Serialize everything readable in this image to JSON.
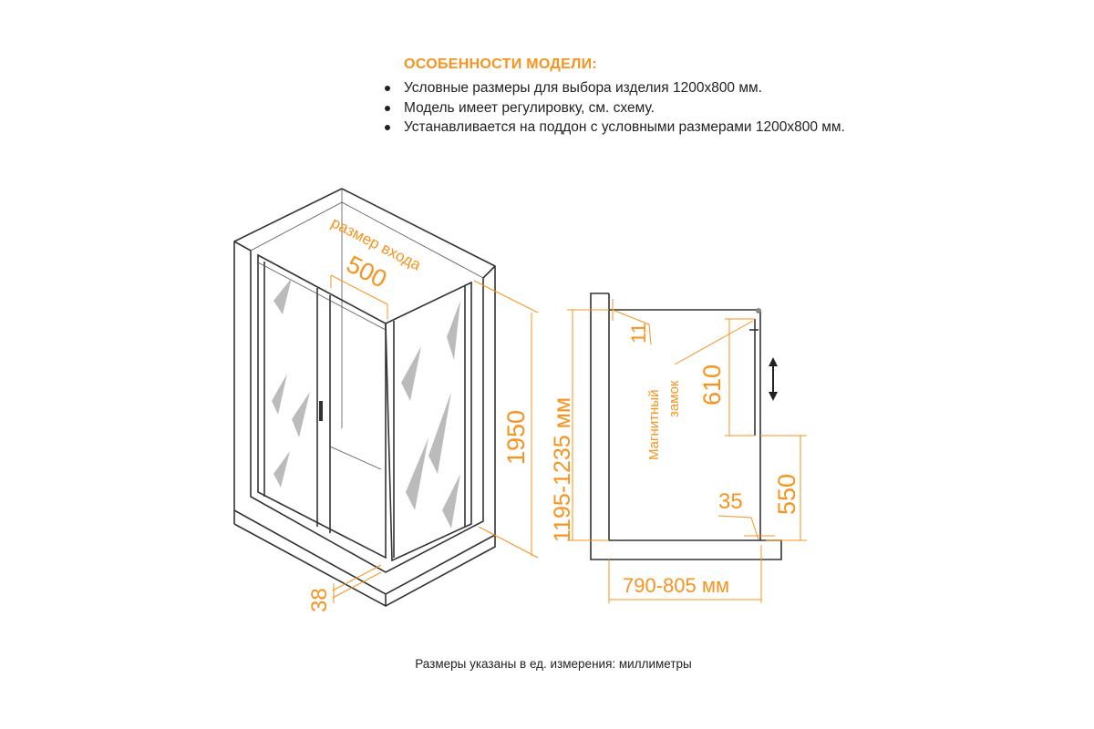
{
  "header": {
    "title": "ОСОБЕННОСТИ МОДЕЛИ:",
    "features": [
      "Условные размеры для выбора изделия 1200х800 мм.",
      "Модель имеет регулировку, см. схему.",
      "Устанавливается на поддон с условными размерами 1200х800 мм."
    ]
  },
  "iso_view": {
    "entry_label": "размер входа",
    "entry_width": "500",
    "height": "1950",
    "base": "38"
  },
  "side_view": {
    "height_range": "1195-1235 мм",
    "gap": "11",
    "lock_height": "610",
    "lock_label_1": "Магнитный",
    "lock_label_2": "замок",
    "lower_height": "550",
    "offset": "35",
    "depth_range": "790-805 мм"
  },
  "footer": "Размеры указаны в ед. измерения: миллиметры",
  "colors": {
    "accent": "#f7931e",
    "line": "#333333"
  }
}
